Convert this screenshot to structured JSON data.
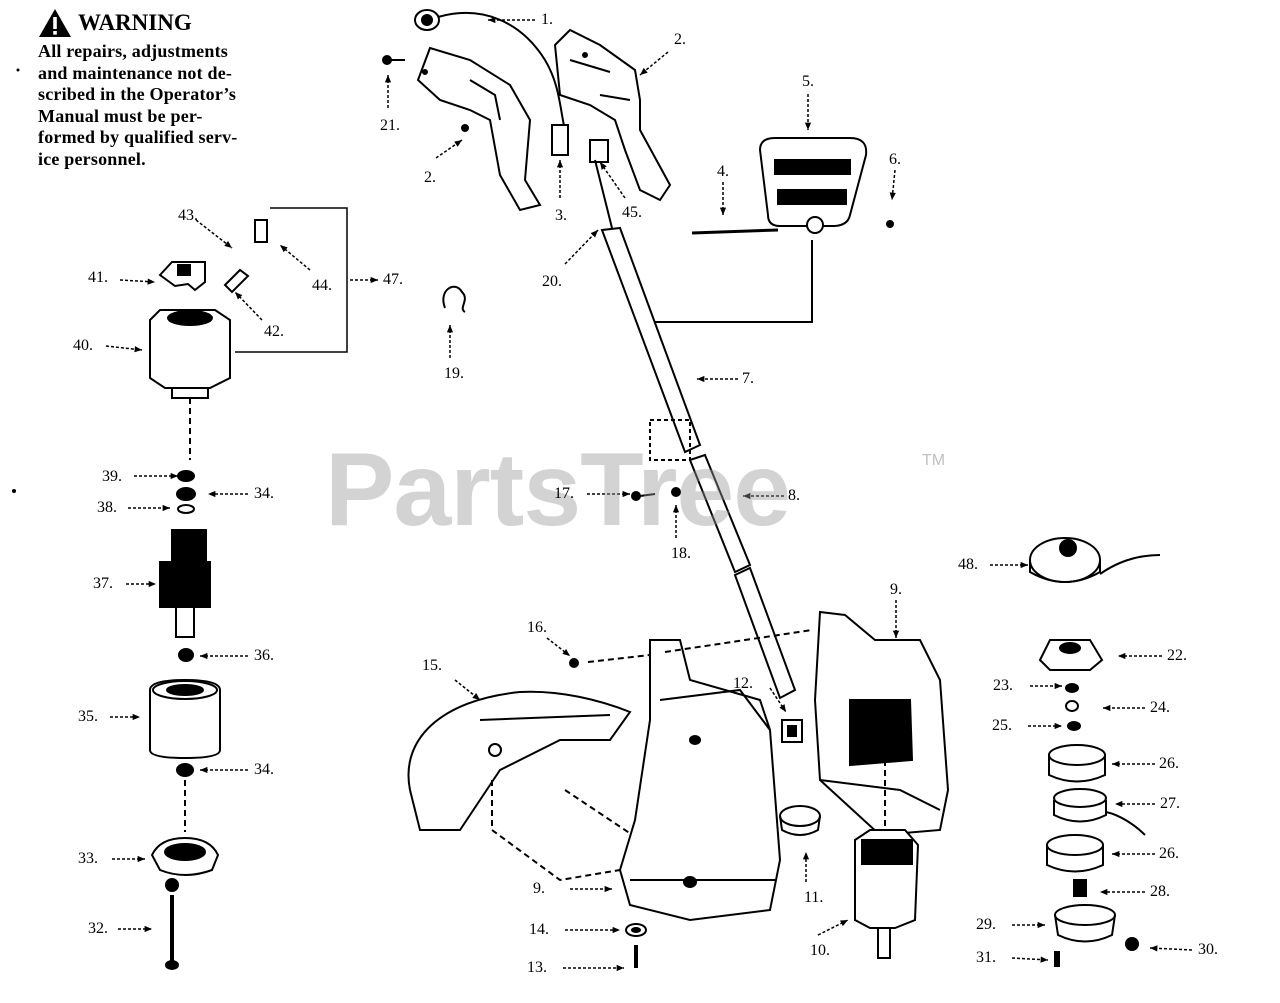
{
  "warning": {
    "title": "WARNING",
    "body": [
      "All repairs, adjustments",
      "and maintenance not de-",
      "scribed in the Operator’s",
      "Manual must be per-",
      "formed by qualified serv-",
      "ice personnel."
    ]
  },
  "watermark": {
    "text": "PartsTree",
    "tm": "TM"
  },
  "callouts": [
    "1.",
    "2.",
    "2.",
    "3.",
    "4.",
    "5.",
    "6.",
    "7.",
    "8.",
    "9.",
    "9.",
    "10.",
    "11.",
    "12.",
    "13.",
    "14.",
    "15.",
    "16.",
    "17.",
    "18.",
    "19.",
    "20.",
    "21.",
    "22.",
    "23.",
    "24.",
    "25.",
    "26.",
    "26.",
    "27.",
    "28.",
    "29.",
    "30.",
    "31.",
    "32.",
    "33.",
    "34.",
    "34.",
    "35.",
    "36.",
    "37.",
    "38.",
    "39.",
    "40.",
    "41.",
    "42.",
    "43.",
    "44.",
    "45.",
    "47.",
    "48."
  ]
}
